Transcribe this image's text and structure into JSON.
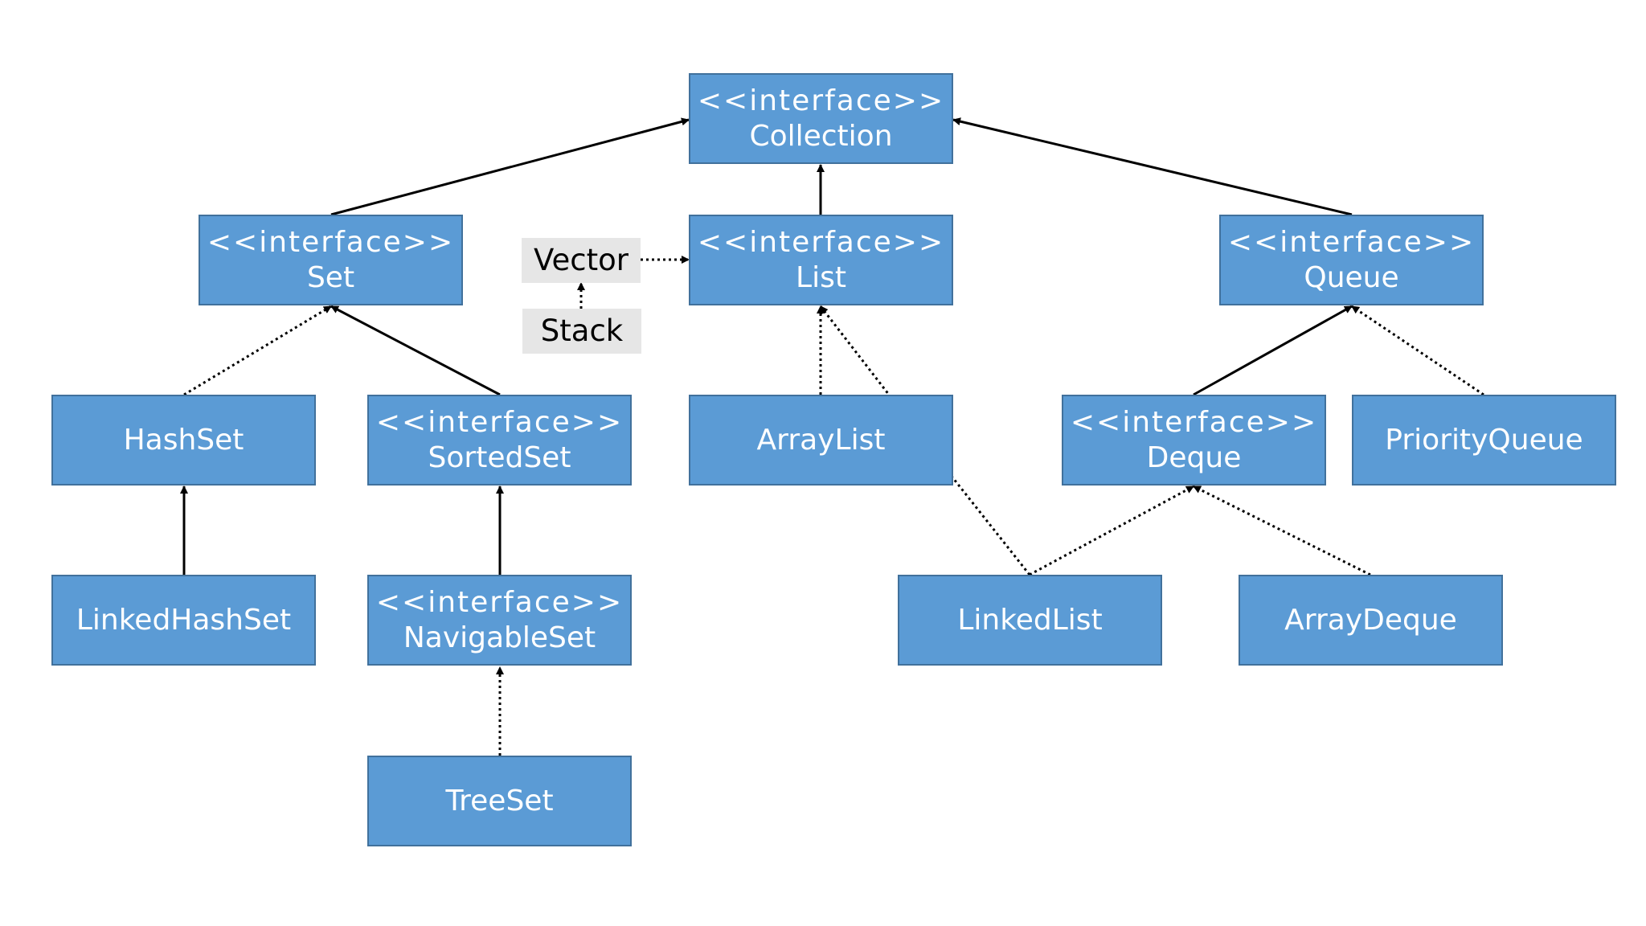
{
  "colors": {
    "node_fill": "#5b9bd5",
    "node_border": "#41719c",
    "node_text": "#ffffff",
    "legacy_fill": "#e6e6e6",
    "legacy_text": "#000000",
    "edge": "#000000"
  },
  "nodes": {
    "collection": {
      "stereotype": "<<interface>>",
      "name": "Collection"
    },
    "set": {
      "stereotype": "<<interface>>",
      "name": "Set"
    },
    "list": {
      "stereotype": "<<interface>>",
      "name": "List"
    },
    "queue": {
      "stereotype": "<<interface>>",
      "name": "Queue"
    },
    "hashset": {
      "name": "HashSet"
    },
    "sortedset": {
      "stereotype": "<<interface>>",
      "name": "SortedSet"
    },
    "arraylist": {
      "name": "ArrayList"
    },
    "deque": {
      "stereotype": "<<interface>>",
      "name": "Deque"
    },
    "priorityqueue": {
      "name": "PriorityQueue"
    },
    "linkedhashset": {
      "name": "LinkedHashSet"
    },
    "navigableset": {
      "stereotype": "<<interface>>",
      "name": "NavigableSet"
    },
    "linkedlist": {
      "name": "LinkedList"
    },
    "arraydeque": {
      "name": "ArrayDeque"
    },
    "treeset": {
      "name": "TreeSet"
    },
    "vector": {
      "name": "Vector"
    },
    "stack": {
      "name": "Stack"
    }
  },
  "edges": [
    {
      "from": "set",
      "to": "collection",
      "style": "solid"
    },
    {
      "from": "list",
      "to": "collection",
      "style": "solid"
    },
    {
      "from": "queue",
      "to": "collection",
      "style": "solid"
    },
    {
      "from": "hashset",
      "to": "set",
      "style": "dotted"
    },
    {
      "from": "sortedset",
      "to": "set",
      "style": "solid"
    },
    {
      "from": "linkedhashset",
      "to": "hashset",
      "style": "solid"
    },
    {
      "from": "navigableset",
      "to": "sortedset",
      "style": "solid"
    },
    {
      "from": "treeset",
      "to": "navigableset",
      "style": "dotted"
    },
    {
      "from": "vector",
      "to": "list",
      "style": "dotted"
    },
    {
      "from": "stack",
      "to": "vector",
      "style": "dotted"
    },
    {
      "from": "arraylist",
      "to": "list",
      "style": "dotted"
    },
    {
      "from": "linkedlist",
      "to": "list",
      "style": "dotted"
    },
    {
      "from": "deque",
      "to": "queue",
      "style": "solid"
    },
    {
      "from": "priorityqueue",
      "to": "queue",
      "style": "dotted"
    },
    {
      "from": "linkedlist",
      "to": "deque",
      "style": "dotted"
    },
    {
      "from": "arraydeque",
      "to": "deque",
      "style": "dotted"
    }
  ]
}
